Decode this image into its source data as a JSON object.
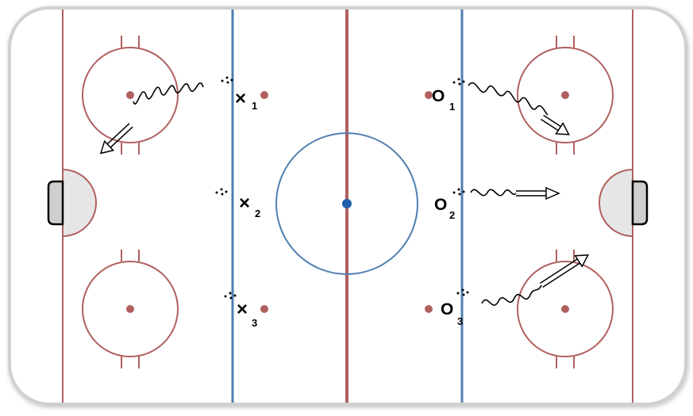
{
  "colors": {
    "red_line": "#b0605f",
    "blue_line": "#4f7fb0",
    "center_dot": "#1f5ea8",
    "crease_fill": "#e4e4e4",
    "net_fill": "#cfcfcf",
    "border": "#cfcfcf",
    "board": "#ffffff"
  },
  "players": {
    "defense": [
      {
        "symbol": "×",
        "sub": "1"
      },
      {
        "symbol": "×",
        "sub": "2"
      },
      {
        "symbol": "×",
        "sub": "3"
      }
    ],
    "offense": [
      {
        "symbol": "O",
        "sub": "1"
      },
      {
        "symbol": "O",
        "sub": "2"
      },
      {
        "symbol": "O",
        "sub": "3"
      }
    ]
  },
  "icons": {
    "skating_path": "wavy-line",
    "pass_arrow": "hollow-double-arrow"
  }
}
